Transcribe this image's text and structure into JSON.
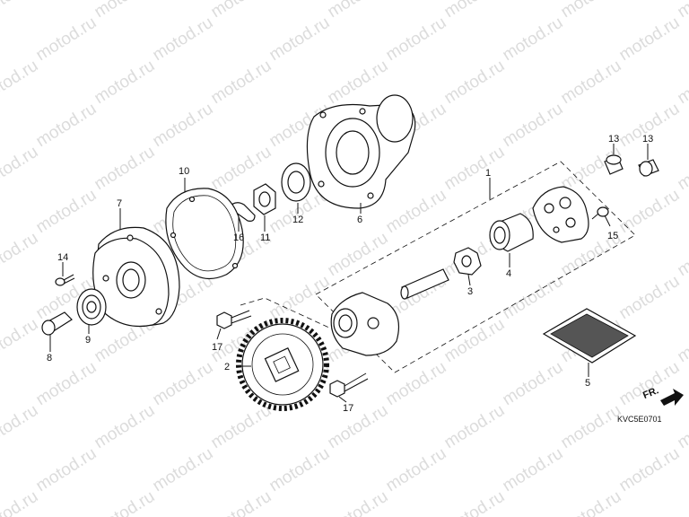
{
  "watermark_text": "motod.ru",
  "diagram_code": "KVC5E0701",
  "direction_label": "FR.",
  "callouts": {
    "c1": "1",
    "c2": "2",
    "c3": "3",
    "c4": "4",
    "c5": "5",
    "c6": "6",
    "c7": "7",
    "c8": "8",
    "c9": "9",
    "c10": "10",
    "c11": "11",
    "c12": "12",
    "c13a": "13",
    "c13b": "13",
    "c14": "14",
    "c15": "15",
    "c16": "16",
    "c17a": "17",
    "c17b": "17"
  }
}
